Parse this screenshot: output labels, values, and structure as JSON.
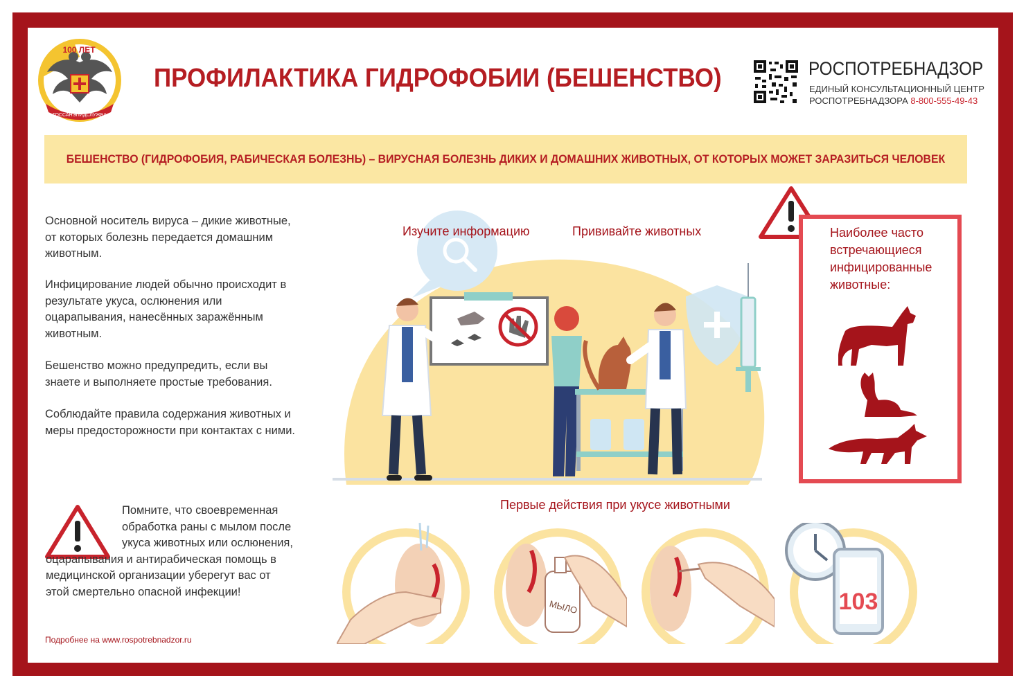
{
  "header": {
    "title": "ПРОФИЛАКТИКА ГИДРОФОБИИ (БЕШЕНСТВО)",
    "emblem_text": "100 ЛЕТ",
    "emblem_ribbon": "ГОССАНЭПИДСЛУЖБА",
    "org_name": "РОСПОТРЕБНАДЗОР",
    "org_sub_line1": "ЕДИНЫЙ КОНСУЛЬТАЦИОННЫЙ ЦЕНТР",
    "org_sub_line2": "РОСПОТРЕБНАДЗОРА",
    "org_phone": "8-800-555-49-43"
  },
  "banner": {
    "text": "БЕШЕНСТВО (ГИДРОФОБИЯ, РАБИЧЕСКАЯ БОЛЕЗНЬ) – ВИРУСНАЯ БОЛЕЗНЬ ДИКИХ И ДОМАШНИХ ЖИВОТНЫХ, ОТ КОТОРЫХ МОЖЕТ ЗАРАЗИТЬСЯ ЧЕЛОВЕК"
  },
  "left_column": {
    "paragraphs": [
      "Основной носитель вируса – дикие животные, от которых болезнь передается домашним животным.",
      "Инфицирование людей обычно происходит в результате укуса, ослюнения или оцарапывания, нанесённых заражённым животным.",
      "Бешенство можно предупредить, если вы знаете и выполняете простые требования.",
      "Соблюдайте правила содержания животных и меры предосторожности при контактах с ними."
    ],
    "remember_lead": "Помните, что своевременная обработка раны с мылом после укуса животных или ослюнения,",
    "remember_rest": "оцарапывания и антирабическая помощь в медицинской организации уберегут вас от этой смертельно опасной инфекции!"
  },
  "illustration": {
    "label_study": "Изучите информацию",
    "label_vaccinate": "Прививайте животных",
    "label_first_aid": "Первые действия при укусе животными",
    "soap_label": "МЫЛО",
    "emergency_number": "103"
  },
  "infected_box": {
    "text": "Наиболее часто встречающиеся инфицированные животные:",
    "animals": [
      "dog-icon",
      "cat-icon",
      "fox-icon"
    ]
  },
  "footer": {
    "text": "Подробнее на www.rospotrebnadzor.ru"
  },
  "colors": {
    "frame": "#a5141b",
    "banner_bg": "#fbe7a3",
    "accent_red": "#b51d22",
    "box_border": "#e44a52",
    "blob_yellow": "#fbe3a0"
  }
}
